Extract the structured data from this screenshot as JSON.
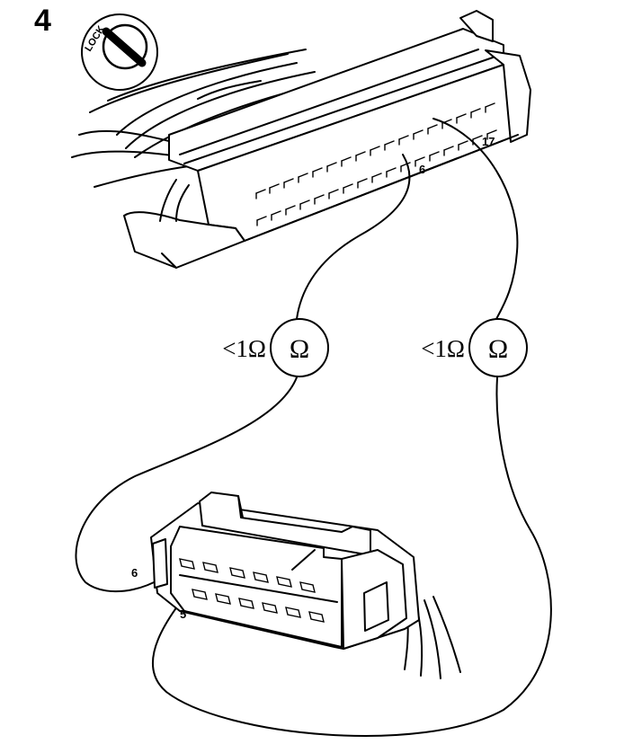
{
  "step": {
    "number": "4"
  },
  "lock_icon": {
    "label": "LOCK",
    "icon": "ignition-lock-icon"
  },
  "ecu_connector": {
    "pin_a": "6",
    "pin_b": "17"
  },
  "module_connector": {
    "pin_a": "6",
    "pin_b": "5"
  },
  "meters": [
    {
      "reading": "<1Ω",
      "symbol": "Ω",
      "icon": "ohmmeter-icon"
    },
    {
      "reading": "<1Ω",
      "symbol": "Ω",
      "icon": "ohmmeter-icon"
    }
  ],
  "colors": {
    "ink": "#000000",
    "paper": "#ffffff"
  }
}
